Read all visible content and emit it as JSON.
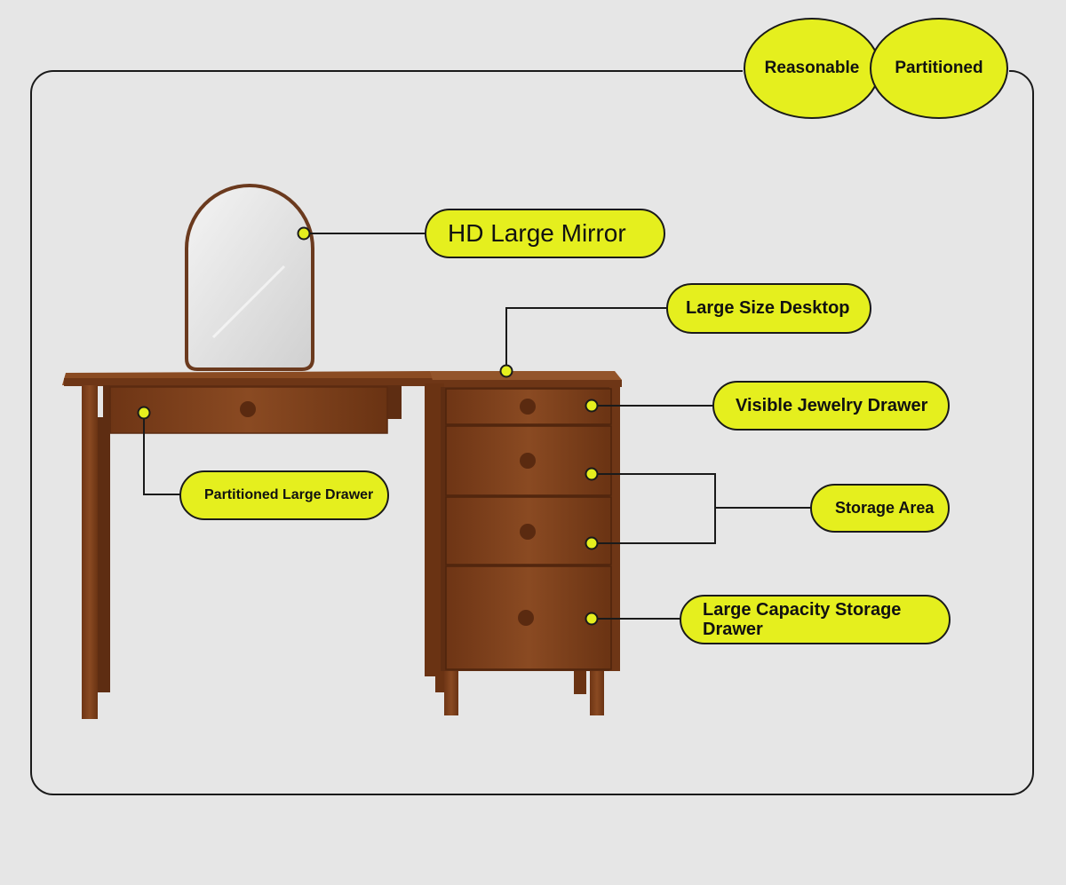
{
  "badges": {
    "reasonable": "Reasonable",
    "partitioned": "Partitioned"
  },
  "callouts": {
    "mirror": "HD Large Mirror",
    "desktop": "Large Size Desktop",
    "jewelry": "Visible Jewelry Drawer",
    "partitioned_drawer": "Partitioned Large Drawer",
    "storage_area": "Storage Area",
    "large_capacity_line1": "Large Capacity Storage",
    "large_capacity_line2": "Drawer"
  },
  "colors": {
    "accent": "#e5ef1e",
    "outline": "#1a1a1a",
    "wood": "#7a3f1c",
    "background": "#e6e6e6"
  }
}
